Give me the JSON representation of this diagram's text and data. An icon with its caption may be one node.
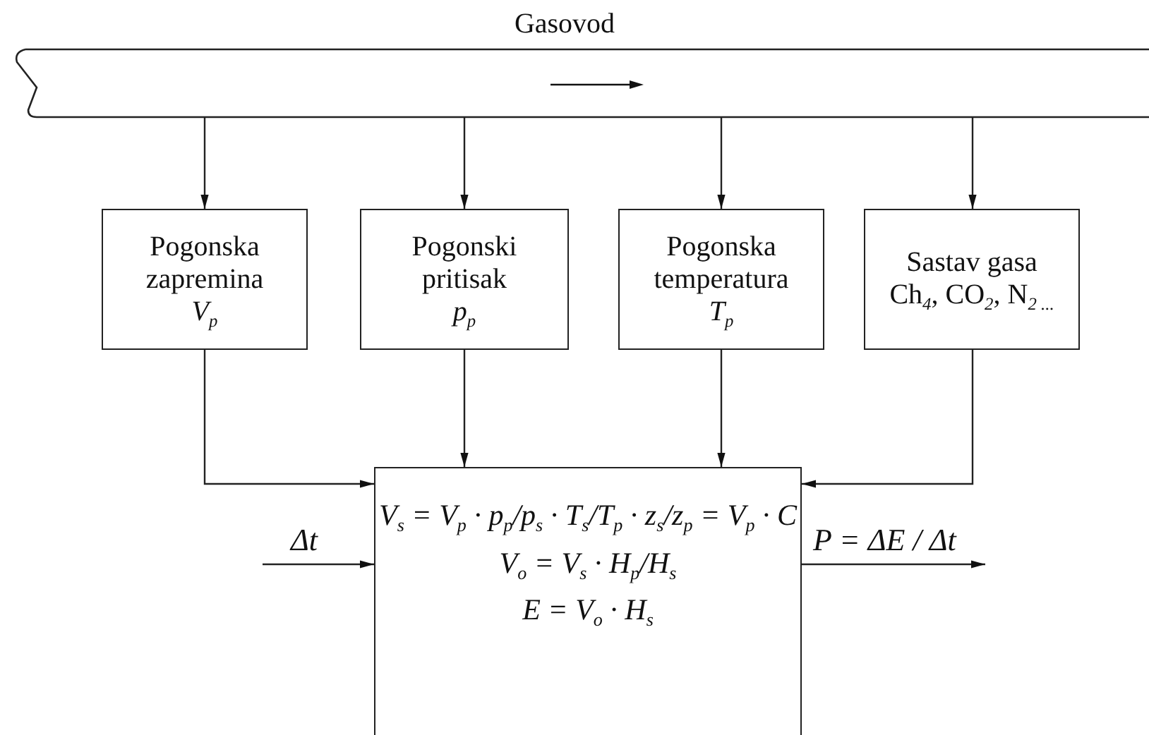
{
  "diagram": {
    "nodes": [
      {
        "text": [
          "Gasovod"
        ]
      },
      {
        "text": [
          "Pogonska zapremina",
          "V$_{p}$"
        ]
      },
      {
        "text": [
          "Pogonski pritisak",
          "p$_{p}$"
        ]
      },
      {
        "text": [
          "Pogonska temperatura",
          "T$_{p}$"
        ]
      },
      {
        "text": [
          "Sastav gasa",
          "Ch$_{4}$, CO$_{2}$, N$_{2 ...}$"
        ]
      },
      {
        "text": [
          "V$_{s}$ = V$_{p}$ · p$_{p}$/p$_{s}$ · T$_{s}$/T$_{p}$ · z$_{s}$/z$_{p}$ = V$_{p}$ · C",
          "V$_{o}$ = V$_{s}$ · H$_{p}$/H$_{s}$",
          "E = V$_{o}$ · H$_{s}$"
        ]
      }
    ],
    "edges": [
      {
        "from": 0,
        "to": 1,
        "arrow": "to"
      },
      {
        "from": 0,
        "to": 2,
        "arrow": "to"
      },
      {
        "from": 0,
        "to": 3,
        "arrow": "to"
      },
      {
        "from": 0,
        "to": 4,
        "arrow": "to"
      },
      {
        "from": 1,
        "to": 5,
        "arrow": "to"
      },
      {
        "from": 2,
        "to": 5,
        "arrow": "to"
      },
      {
        "from": 3,
        "to": 5,
        "arrow": "to"
      },
      {
        "from": 4,
        "to": 5,
        "arrow": "to"
      },
      {
        "from": null,
        "to": 5,
        "arrow": "to",
        "label": "Δt"
      },
      {
        "from": 5,
        "to": null,
        "arrow": "to",
        "label": "P = ΔE / Δt"
      }
    ]
  }
}
